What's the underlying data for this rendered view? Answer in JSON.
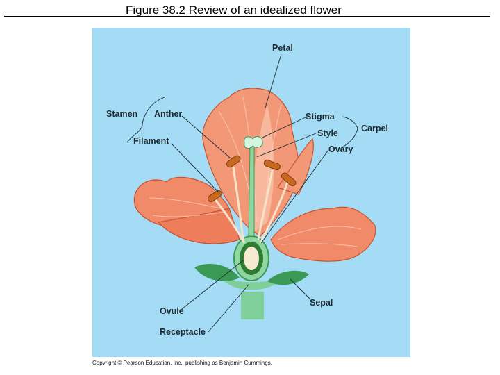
{
  "header": {
    "title": "Figure 38.2  Review of an idealized flower"
  },
  "diagram": {
    "background_color": "#a4dcf6",
    "labels": {
      "petal": "Petal",
      "stamen": "Stamen",
      "anther": "Anther",
      "filament": "Filament",
      "stigma": "Stigma",
      "style": "Style",
      "ovary": "Ovary",
      "carpel": "Carpel",
      "ovule": "Ovule",
      "receptacle": "Receptacle",
      "sepal": "Sepal"
    }
  },
  "footer": {
    "credit": "Copyright © Pearson Education, Inc., publishing as Benjamin Cummings."
  }
}
